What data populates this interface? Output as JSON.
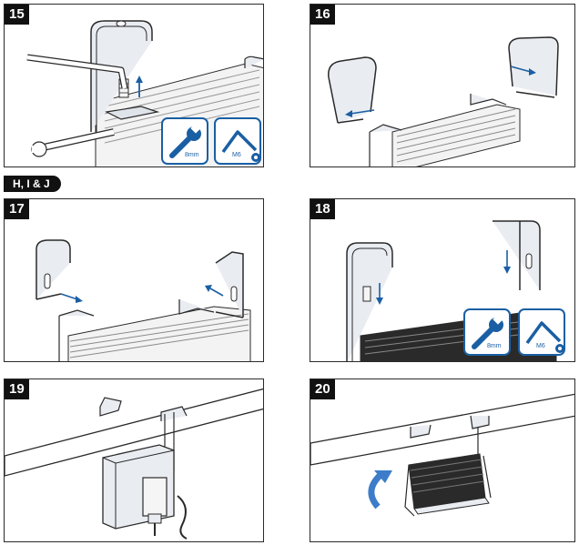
{
  "steps": [
    {
      "number": "15",
      "tool_1": "8mm",
      "tool_2": "M6"
    },
    {
      "number": "16"
    },
    {
      "number": "17"
    },
    {
      "number": "18",
      "tool_1": "8mm",
      "tool_2": "M6"
    },
    {
      "number": "19"
    },
    {
      "number": "20"
    }
  ],
  "section_label": "H, I & J",
  "icons": {
    "spanner": "spanner-icon",
    "hex_key": "hex-key-icon",
    "nut": "hex-nut-icon",
    "rotate": "rotate-arrow-icon"
  },
  "colors": {
    "accent_blue": "#1a5fa3",
    "line": "#2a2a2a",
    "bracket_fill": "#e9ecf1",
    "heatsink_dark": "#2a2a2a"
  }
}
